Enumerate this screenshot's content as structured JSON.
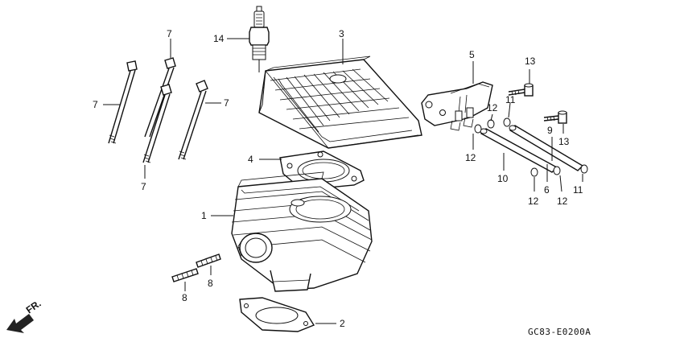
{
  "callouts": {
    "c1": "1",
    "c2": "2",
    "c3": "3",
    "c4": "4",
    "c5": "5",
    "c6": "6",
    "c7a": "7",
    "c7b": "7",
    "c7c": "7",
    "c7d": "7",
    "c8a": "8",
    "c8b": "8",
    "c9": "9",
    "c10": "10",
    "c11a": "11",
    "c11b": "11",
    "c12a": "12",
    "c12b": "12",
    "c12c": "12",
    "c12d": "12",
    "c13a": "13",
    "c13b": "13",
    "c14": "14"
  },
  "diagram_code": "GC83-E0200A",
  "direction_label": "FR.",
  "icons": {
    "front_arrow": "arrow-down-left-icon"
  }
}
